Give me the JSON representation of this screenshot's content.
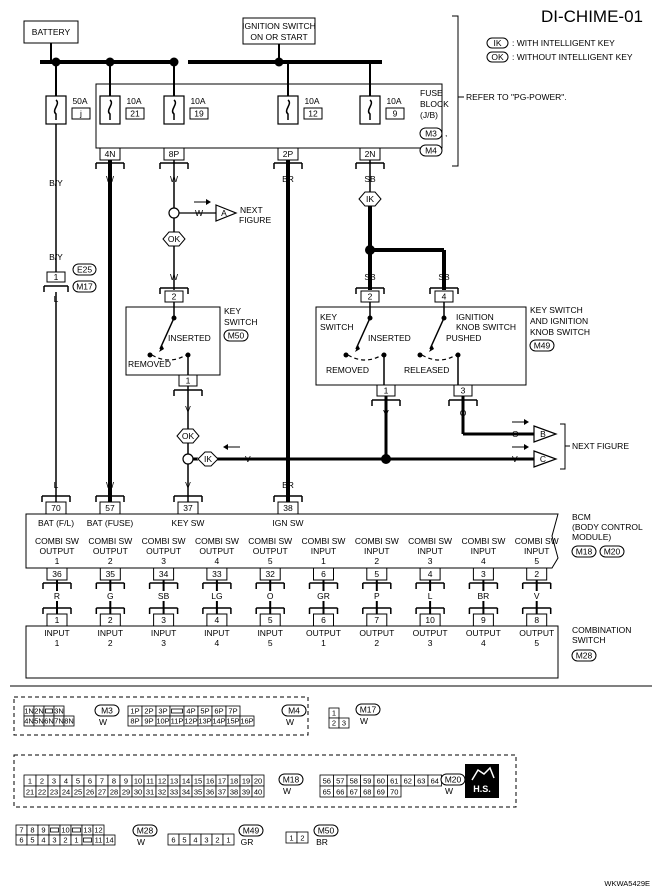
{
  "title": "DI-CHIME-01",
  "legend": {
    "ik_tag": "IK",
    "ik_text": ": WITH INTELLIGENT KEY",
    "ok_tag": "OK",
    "ok_text": ": WITHOUT INTELLIGENT KEY",
    "refer": "REFER TO \"PG-POWER\"."
  },
  "sources": {
    "battery": "BATTERY",
    "ignition_line1": "IGNITION SWITCH",
    "ignition_line2": "ON OR START"
  },
  "fuse_block": {
    "label_line1": "FUSE",
    "label_line2": "BLOCK",
    "label_line3": "(J/B)",
    "conn_a": "M3",
    "conn_b": "M4",
    "comma": ",",
    "fuses": [
      {
        "amp": "50A",
        "no": "j",
        "pin": "",
        "wire": "B/Y"
      },
      {
        "amp": "10A",
        "no": "21",
        "pin": "4N",
        "wire": "W"
      },
      {
        "amp": "10A",
        "no": "19",
        "pin": "8P",
        "wire": "W"
      },
      {
        "amp": "10A",
        "no": "12",
        "pin": "2P",
        "wire": "BR"
      },
      {
        "amp": "10A",
        "no": "9",
        "pin": "2N",
        "wire": "SB"
      }
    ]
  },
  "joint": {
    "wire_top": "B/Y",
    "pin": "1",
    "conn_a": "E25",
    "conn_b": "M17",
    "wire_bottom": "L"
  },
  "next_a": {
    "wire": "W",
    "tag": "A",
    "line1": "NEXT",
    "line2": "FIGURE"
  },
  "tags": {
    "ik": "IK",
    "ok": "OK"
  },
  "key_switch": {
    "wire_in": "W",
    "pin_in": "2",
    "name_line1": "KEY",
    "name_line2": "SWITCH",
    "conn": "M50",
    "inserted": "INSERTED",
    "removed": "REMOVED",
    "pin_out": "1",
    "wire_out": "V"
  },
  "key_ign_switch": {
    "wire_left": "SB",
    "wire_right": "SB",
    "pin_left": "2",
    "pin_right": "4",
    "name_line1": "KEY SWITCH",
    "name_line2": "AND IGNITION",
    "name_line3": "KNOB SWITCH",
    "conn": "M49",
    "sub1_line1": "KEY",
    "sub1_line2": "SWITCH",
    "sub2_line1": "IGNITION",
    "sub2_line2": "KNOB SWITCH",
    "inserted": "INSERTED",
    "removed": "REMOVED",
    "pushed": "PUSHED",
    "released": "RELEASED",
    "pin_out_left": "1",
    "pin_out_right": "3",
    "wire_out_left": "V",
    "wire_out_right": "O"
  },
  "next_bc": {
    "wire_b": "O",
    "tag_b": "B",
    "wire_c": "V",
    "tag_c": "C",
    "label": "NEXT FIGURE"
  },
  "ik_branch_wire": "V",
  "bcm": {
    "name_line1": "BCM",
    "name_line2": "(BODY CONTROL",
    "name_line3": "MODULE)",
    "conn_a": "M18",
    "conn_b": "M20",
    "top_terms": [
      {
        "wire": "L",
        "pin": "70",
        "label": "BAT (F/L)"
      },
      {
        "wire": "W",
        "pin": "57",
        "label": "BAT (FUSE)"
      },
      {
        "wire": "V",
        "pin": "37",
        "label": "KEY SW"
      },
      {
        "wire": "BR",
        "pin": "38",
        "label": "IGN SW"
      }
    ],
    "bottom_terms": [
      {
        "l1": "COMBI SW",
        "l2": "OUTPUT",
        "l3": "1",
        "pin": "36",
        "wire": "R"
      },
      {
        "l1": "COMBI SW",
        "l2": "OUTPUT",
        "l3": "2",
        "pin": "35",
        "wire": "G"
      },
      {
        "l1": "COMBI SW",
        "l2": "OUTPUT",
        "l3": "3",
        "pin": "34",
        "wire": "SB"
      },
      {
        "l1": "COMBI SW",
        "l2": "OUTPUT",
        "l3": "4",
        "pin": "33",
        "wire": "LG"
      },
      {
        "l1": "COMBI SW",
        "l2": "OUTPUT",
        "l3": "5",
        "pin": "32",
        "wire": "O"
      },
      {
        "l1": "COMBI SW",
        "l2": "INPUT",
        "l3": "1",
        "pin": "6",
        "wire": "GR"
      },
      {
        "l1": "COMBI SW",
        "l2": "INPUT",
        "l3": "2",
        "pin": "5",
        "wire": "P"
      },
      {
        "l1": "COMBI SW",
        "l2": "INPUT",
        "l3": "3",
        "pin": "4",
        "wire": "L"
      },
      {
        "l1": "COMBI SW",
        "l2": "INPUT",
        "l3": "4",
        "pin": "3",
        "wire": "BR"
      },
      {
        "l1": "COMBI SW",
        "l2": "INPUT",
        "l3": "5",
        "pin": "2",
        "wire": "V"
      }
    ]
  },
  "combi_switch": {
    "name_line1": "COMBINATION",
    "name_line2": "SWITCH",
    "conn": "M28",
    "terms": [
      {
        "pin": "1",
        "l1": "INPUT",
        "l2": "1"
      },
      {
        "pin": "2",
        "l1": "INPUT",
        "l2": "2"
      },
      {
        "pin": "3",
        "l1": "INPUT",
        "l2": "3"
      },
      {
        "pin": "4",
        "l1": "INPUT",
        "l2": "4"
      },
      {
        "pin": "5",
        "l1": "INPUT",
        "l2": "5"
      },
      {
        "pin": "6",
        "l1": "OUTPUT",
        "l2": "1"
      },
      {
        "pin": "7",
        "l1": "OUTPUT",
        "l2": "2"
      },
      {
        "pin": "10",
        "l1": "OUTPUT",
        "l2": "3"
      },
      {
        "pin": "9",
        "l1": "OUTPUT",
        "l2": "4"
      },
      {
        "pin": "8",
        "l1": "OUTPUT",
        "l2": "5"
      }
    ]
  },
  "connectors": {
    "m3": {
      "name": "M3",
      "color": "W",
      "row1": [
        "1N",
        "2N",
        "",
        "3N"
      ],
      "row2": [
        "4N",
        "5N",
        "6N",
        "7N",
        "8N"
      ]
    },
    "m4": {
      "name": "M4",
      "color": "W",
      "row1": [
        "1P",
        "2P",
        "3P",
        "",
        "4P",
        "5P",
        "6P",
        "7P"
      ],
      "row2": [
        "8P",
        "9P",
        "10P",
        "11P",
        "12P",
        "13P",
        "14P",
        "15P",
        "16P"
      ]
    },
    "m17": {
      "name": "M17",
      "color": "W",
      "row1": [
        "1"
      ],
      "row2": [
        "2",
        "3"
      ]
    },
    "m18": {
      "name": "M18",
      "color": "W",
      "row1": [
        "1",
        "2",
        "3",
        "4",
        "5",
        "6",
        "7",
        "8",
        "9",
        "10",
        "11",
        "12",
        "13",
        "14",
        "15",
        "16",
        "17",
        "18",
        "19",
        "20"
      ],
      "row2": [
        "21",
        "22",
        "23",
        "24",
        "25",
        "26",
        "27",
        "28",
        "29",
        "30",
        "31",
        "32",
        "33",
        "34",
        "35",
        "36",
        "37",
        "38",
        "39",
        "40"
      ]
    },
    "m20": {
      "name": "M20",
      "color": "W",
      "row1": [
        "56",
        "57",
        "58",
        "59",
        "60",
        "61",
        "62",
        "63",
        "64"
      ],
      "row2": [
        "65",
        "66",
        "67",
        "68",
        "69",
        "70"
      ]
    },
    "hs": "H.S.",
    "m28": {
      "name": "M28",
      "color": "W",
      "row1": [
        "7",
        "8",
        "9",
        "",
        "10",
        "",
        "13",
        "12"
      ],
      "row2": [
        "6",
        "5",
        "4",
        "3",
        "2",
        "1",
        "",
        "11",
        "14"
      ]
    },
    "m49": {
      "name": "M49",
      "color": "GR",
      "row1": [
        "6",
        "5",
        "4",
        "3",
        "2",
        "1"
      ]
    },
    "m50": {
      "name": "M50",
      "color": "BR",
      "row1": [
        "1",
        "2"
      ]
    }
  },
  "code": "WKWA5429E"
}
